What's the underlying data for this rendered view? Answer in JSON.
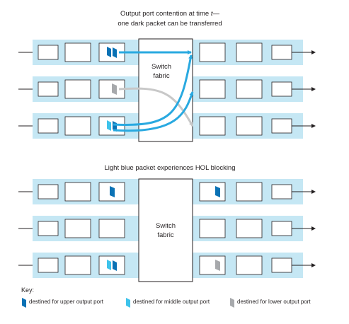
{
  "top_panel": {
    "title_line1": "Output port contention at time ",
    "title_time": "t",
    "title_dash": "—",
    "title_line2": "one dark packet can be transferred",
    "fabric_line1": "Switch",
    "fabric_line2": "fabric"
  },
  "bottom_panel": {
    "title": "Light blue packet experiences HOL blocking",
    "fabric_line1": "Switch",
    "fabric_line2": "fabric"
  },
  "key": {
    "title": "Key:",
    "upper": "destined for upper output port",
    "middle": "destined for middle output port",
    "lower": "destined for lower output port"
  },
  "colors": {
    "queue_background": "#c5e7f4",
    "dark_packet": "#0a72b5",
    "light_packet": "#3ec3eb",
    "gray_packet": "#a7a9ac",
    "transfer_arrow": "#29a9e0",
    "blocked_arrow": "#c8c8c8"
  }
}
